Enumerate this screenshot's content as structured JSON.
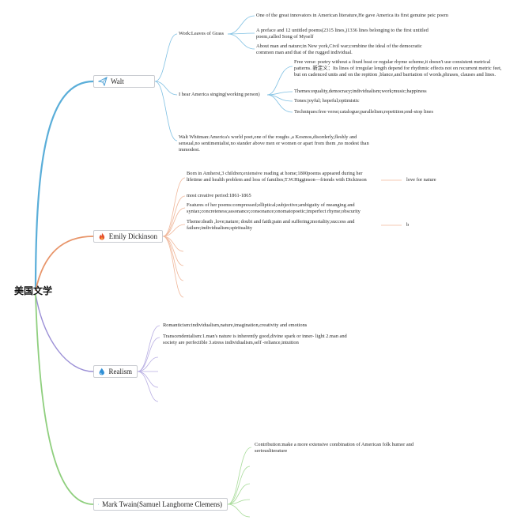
{
  "root": {
    "label": "美国文学"
  },
  "nodes": {
    "walt": {
      "label": "Walt",
      "work": {
        "label": "Work:Leaves of Grass",
        "items": [
          "One of the great innovators in American literature,He gave America its first genuine peic poem",
          "A preface and 12 untitled poems(2315 lines,)1336 lines belonging to the first untitled poem,called Song of Myself",
          "About man and nature;in New york,Civil war;combine the ideal of the democratic common man and that of the rugged individual."
        ]
      },
      "singing": {
        "label": "I hear America singing(working person)",
        "items": [
          "Free verse: poetry without a fixed beat or regular rhyme scheme,it doesn't use consistent metrical patterns. 新定义：Its lines of irregular length depend for rhythmic effects not on recurrent metric feet, but on cadenced units and on the repition ,blance,and barriation of words,phrases, clauses and lines.",
          "Themes:equality,democracy;individualism;work;music;happiness",
          "Tones:joyful; hopeful;optimistic",
          "Techniques:free verse;catalogue;parallelism;repetition;end-stop lines"
        ]
      },
      "summary": "Walt Whitman:America's world poet,one of the roughs ,a Kosmos,disorderly,fleshly and sensual,no sentimentalist,no stander above men or women or apart from them ,no modest than immodest."
    },
    "dickinson": {
      "label": "Emily Dickinson",
      "items": [
        "Born in Amherst,3 children;extensive reading at home;1800poems appeared during her lifetime and health problem and loss of families;T.W.Higginson—friends with Dickinson",
        "most creative period:1861-1865",
        "Features of her poems:compressed;elliptical;subjective;ambiguity of meanging and syntax;concreteness;assonance;consonance;onomatopoetic;imperfect rhyme;obscurity",
        "Theme:death ,love;nature; doubt and faith;pain and suffering;mortality;success and failure;individualism;spirituality"
      ],
      "love_label": "love for nature",
      "b_label": "b"
    },
    "realism": {
      "label": "Realism",
      "items": [
        "Romanticism:individualism,nature,imagination,creativity and emotions",
        "Transcendentalism:1.man's nature is inherently good,divine spark or inner- light 2.man and society are perfectible 3.stress individualism,self -reliance,intuition"
      ]
    },
    "twain": {
      "label": "Mark Twain(Samuel Langhorne Clemens)",
      "items": [
        "Contribution:make a more extensive combination of American folk humor and seriousliterature"
      ]
    }
  },
  "colors": {
    "walt": "#5aaed9",
    "dickinson": "#e8956a",
    "realism": "#9b8fd6",
    "twain": "#8fcf7e"
  },
  "icons": {
    "walt": "paper-plane-icon",
    "dickinson": "flame-icon",
    "realism": "water-drop-icon",
    "twain": "water-drop-icon"
  }
}
